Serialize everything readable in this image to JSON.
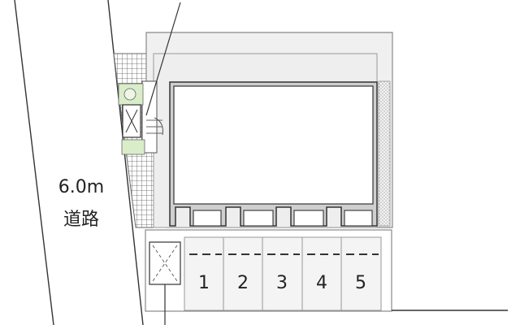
{
  "road": {
    "width_label": "6.0m",
    "name_label": "道路"
  },
  "parking": {
    "slots": [
      "1",
      "2",
      "3",
      "4",
      "5"
    ]
  }
}
